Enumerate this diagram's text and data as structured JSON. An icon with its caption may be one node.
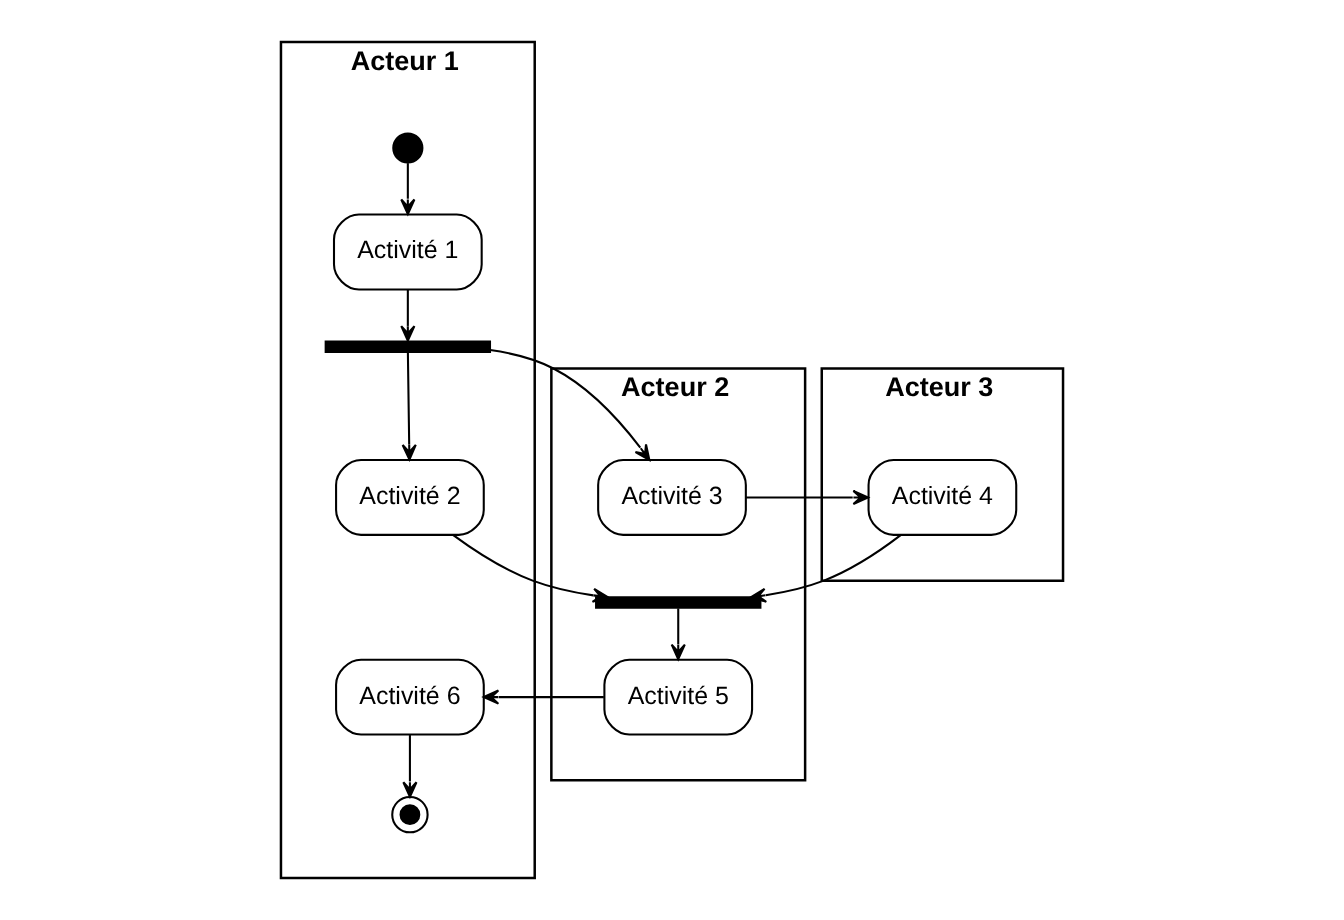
{
  "diagram": {
    "nodes": [
      {
        "text": [
          "Acteur 1"
        ]
      },
      {
        "text": [],
        "shape": "dot",
        "in": 0
      },
      {
        "text": [
          "Activité 1"
        ],
        "in": 0
      },
      {
        "text": [],
        "shape": "bar",
        "in": 0
      },
      {
        "text": [
          "Activité 2"
        ],
        "in": 0
      },
      {
        "text": [
          "Activité 6"
        ],
        "in": 0
      },
      {
        "text": [],
        "shape": "bullseye",
        "in": 0
      },
      {
        "text": [
          "Acteur 2"
        ]
      },
      {
        "text": [
          "Activité 3"
        ],
        "in": 7
      },
      {
        "text": [],
        "shape": "bar",
        "in": 7
      },
      {
        "text": [
          "Activité 5"
        ],
        "in": 7
      },
      {
        "text": [
          "Acteur 3"
        ]
      },
      {
        "text": [
          "Activité 4"
        ],
        "in": 11
      }
    ],
    "edges": [
      {
        "from": 1,
        "to": 2,
        "arrow": "to"
      },
      {
        "from": 2,
        "to": 3,
        "arrow": "to"
      },
      {
        "from": 3,
        "to": 4,
        "arrow": "to"
      },
      {
        "from": 3,
        "to": 8,
        "arrow": "to"
      },
      {
        "from": 8,
        "to": 12,
        "arrow": "to"
      },
      {
        "from": 4,
        "to": 9,
        "arrow": "to"
      },
      {
        "from": 12,
        "to": 9,
        "arrow": "to"
      },
      {
        "from": 9,
        "to": 10,
        "arrow": "to"
      },
      {
        "from": 10,
        "to": 5,
        "arrow": "to"
      },
      {
        "from": 5,
        "to": 6,
        "arrow": "to"
      }
    ]
  }
}
